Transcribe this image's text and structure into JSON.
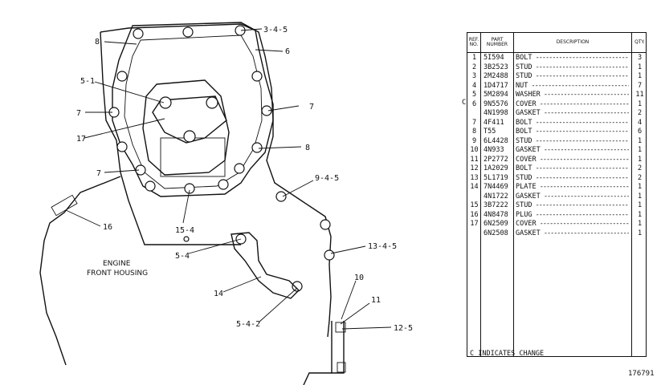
{
  "diagram": {
    "callouts": [
      "8",
      "3-4-5",
      "6",
      "5-1",
      "7",
      "7",
      "17",
      "8",
      "7",
      "9-4-5",
      "16",
      "15-4",
      "5-4",
      "13-4-5",
      "14",
      "10",
      "11",
      "5-4-2",
      "12-5"
    ],
    "housing_label": [
      "ENGINE",
      "FRONT HOUSING"
    ]
  },
  "parts_table": {
    "headers": {
      "ref": "REF. NO.",
      "part": "PART NUMBER",
      "desc": "DESCRIPTION",
      "qty": "QTY."
    },
    "change_marker": "C",
    "rows": [
      {
        "ref": "1",
        "part": "5I594",
        "desc": "BOLT",
        "qty": "3"
      },
      {
        "ref": "2",
        "part": "3B2523",
        "desc": "STUD",
        "qty": "1"
      },
      {
        "ref": "3",
        "part": "2M2488",
        "desc": "STUD",
        "qty": "1"
      },
      {
        "ref": "4",
        "part": "1D4717",
        "desc": "NUT",
        "qty": "7"
      },
      {
        "ref": "5",
        "part": "5M2894",
        "desc": "WASHER",
        "qty": "11"
      },
      {
        "ref": "6",
        "part": "9N5576",
        "desc": "COVER",
        "qty": "1"
      },
      {
        "ref": "",
        "part": "4N1998",
        "desc": "GASKET",
        "qty": "2"
      },
      {
        "ref": "7",
        "part": "4F411",
        "desc": "BOLT",
        "qty": "4"
      },
      {
        "ref": "8",
        "part": "T55",
        "desc": "BOLT",
        "qty": "6"
      },
      {
        "ref": "9",
        "part": "6L4428",
        "desc": "STUD",
        "qty": "1"
      },
      {
        "ref": "10",
        "part": "4N933",
        "desc": "GASKET",
        "qty": "1"
      },
      {
        "ref": "11",
        "part": "2P2772",
        "desc": "COVER",
        "qty": "1"
      },
      {
        "ref": "12",
        "part": "1A2029",
        "desc": "BOLT",
        "qty": "2"
      },
      {
        "ref": "13",
        "part": "5L1719",
        "desc": "STUD",
        "qty": "2"
      },
      {
        "ref": "14",
        "part": "7N4469",
        "desc": "PLATE",
        "qty": "1"
      },
      {
        "ref": "",
        "part": "4N1722",
        "desc": "GASKET",
        "qty": "1"
      },
      {
        "ref": "15",
        "part": "3B7222",
        "desc": "STUD",
        "qty": "1"
      },
      {
        "ref": "16",
        "part": "4N8478",
        "desc": "PLUG",
        "qty": "1"
      },
      {
        "ref": "17",
        "part": "6N2509",
        "desc": "COVER",
        "qty": "1"
      },
      {
        "ref": "",
        "part": "6N2508",
        "desc": "GASKET",
        "qty": "1"
      }
    ],
    "footnote": "C INDICATES CHANGE"
  },
  "serial": "176791"
}
